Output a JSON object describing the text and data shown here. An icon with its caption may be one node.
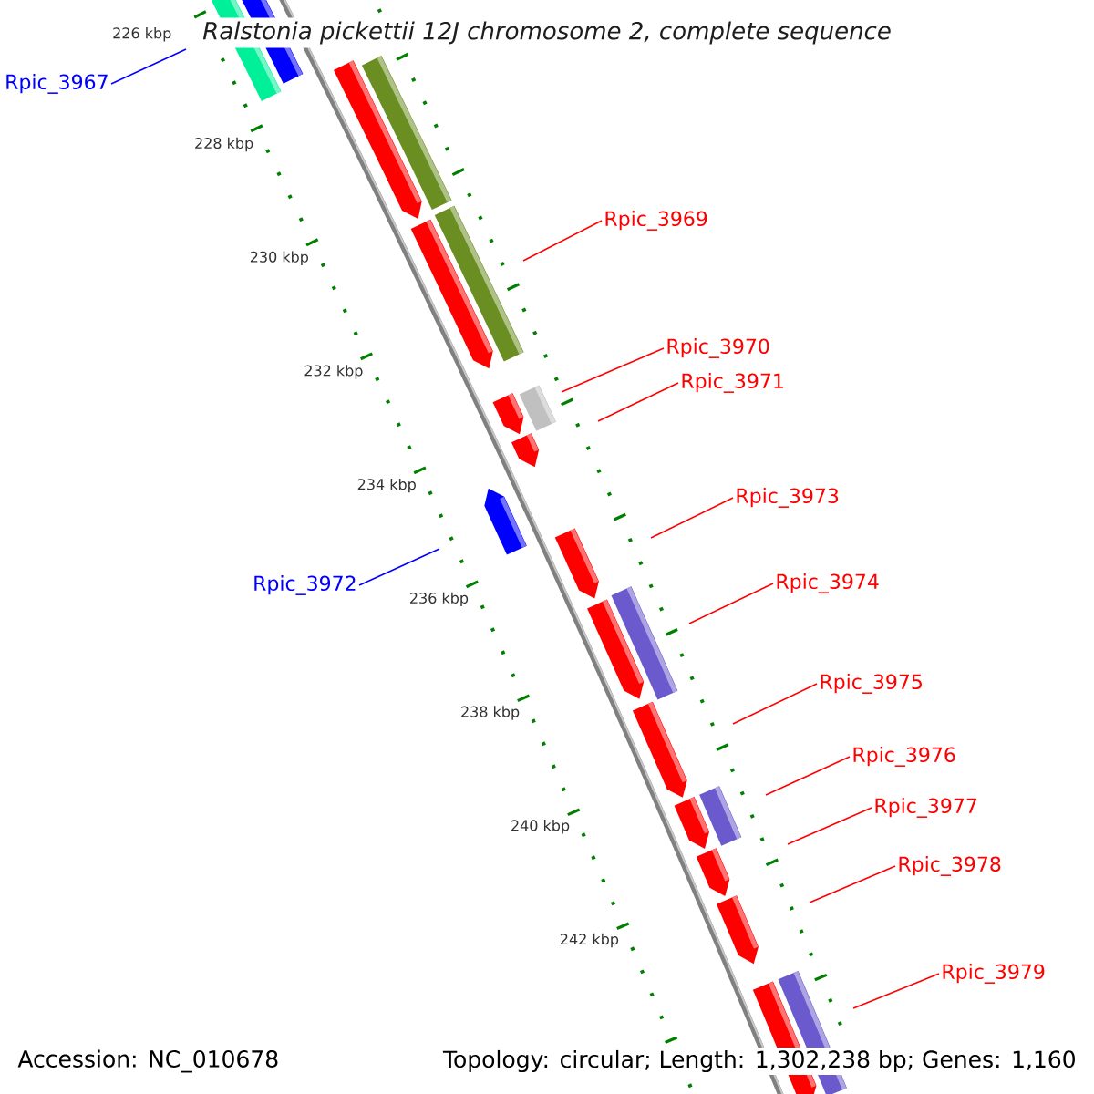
{
  "diagram": {
    "title": "Ralstonia pickettii 12J chromosome 2, complete sequence",
    "nodes": [
      {
        "text": [
          "Rpic_3967"
        ]
      },
      {
        "text": [
          "Rpic_3969"
        ]
      },
      {
        "text": [
          "Rpic_3970"
        ]
      },
      {
        "text": [
          "Rpic_3971"
        ]
      },
      {
        "text": [
          "Rpic_3973"
        ]
      },
      {
        "text": [
          "Rpic_3972"
        ]
      },
      {
        "text": [
          "Rpic_3974"
        ]
      },
      {
        "text": [
          "Rpic_3975"
        ]
      },
      {
        "text": [
          "Rpic_3976"
        ]
      },
      {
        "text": [
          "Rpic_3977"
        ]
      },
      {
        "text": [
          "Rpic_3978"
        ]
      },
      {
        "text": [
          "Rpic_3979"
        ]
      }
    ],
    "edges": [
      {
        "from": 0,
        "to": null,
        "arrow": "none",
        "color": "#0000ff"
      },
      {
        "from": 1,
        "to": null,
        "arrow": "none"
      },
      {
        "from": 2,
        "to": null,
        "arrow": "none"
      },
      {
        "from": 3,
        "to": null,
        "arrow": "none"
      },
      {
        "from": 4,
        "to": null,
        "arrow": "none"
      },
      {
        "from": 5,
        "to": null,
        "arrow": "none",
        "color": "#0000ff"
      },
      {
        "from": 6,
        "to": null,
        "arrow": "none"
      },
      {
        "from": 7,
        "to": null,
        "arrow": "none"
      },
      {
        "from": 8,
        "to": null,
        "arrow": "none"
      },
      {
        "from": 9,
        "to": null,
        "arrow": "none"
      },
      {
        "from": 10,
        "to": null,
        "arrow": "none"
      },
      {
        "from": 11,
        "to": null,
        "arrow": "none"
      }
    ],
    "labels": [
      "226 kbp",
      "228 kbp",
      "230 kbp",
      "232 kbp",
      "234 kbp",
      "236 kbp",
      "238 kbp",
      "240 kbp",
      "242 kbp",
      "Accession: NC_010678",
      "Topology: circular; Length: 1,302,238 bp; Genes: 1,160"
    ]
  }
}
